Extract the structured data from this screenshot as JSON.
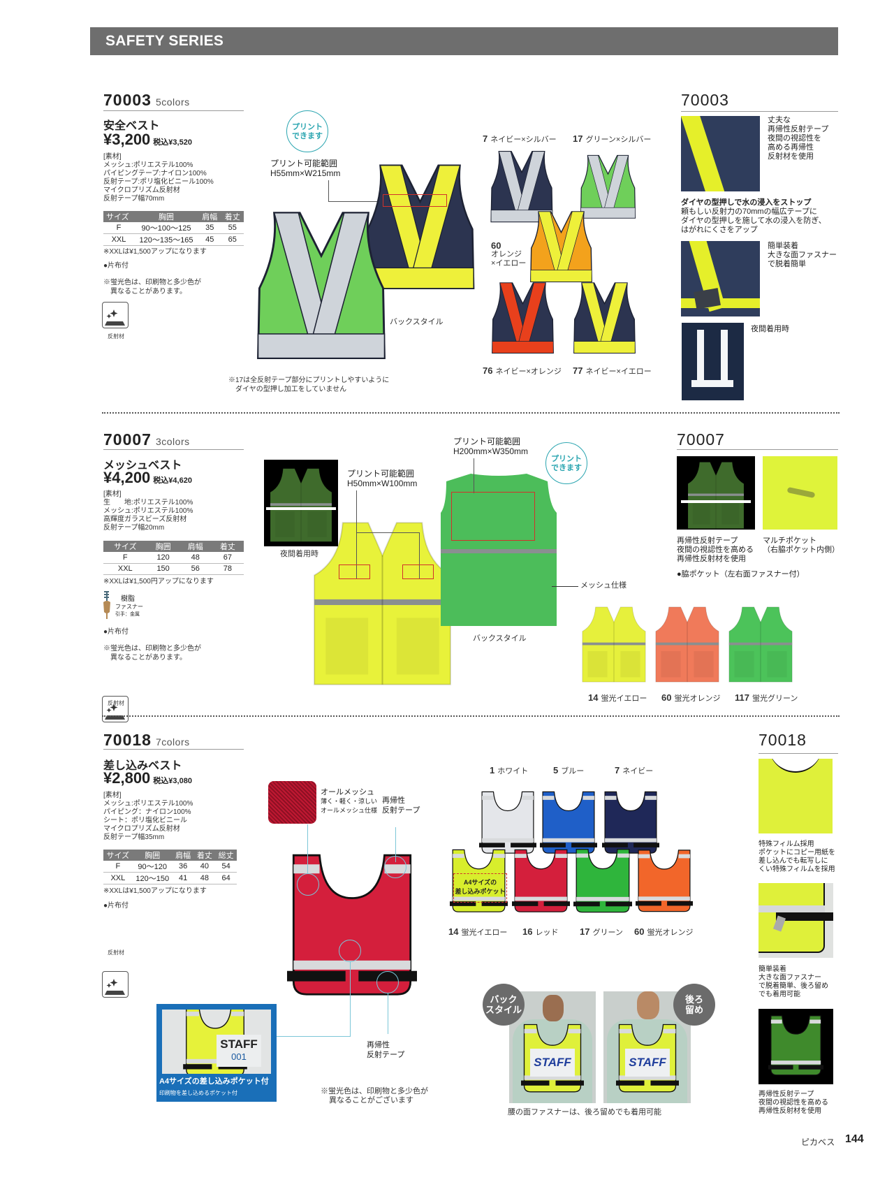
{
  "header": {
    "title": "SAFETY SERIES"
  },
  "p70003": {
    "code": "70003",
    "colors": "5colors",
    "name": "安全ベスト",
    "price": "¥3,200",
    "price_tax": "税込¥3,520",
    "material": [
      "[素材]",
      "メッシュ:ポリエステル100%",
      "パイピングテープ:ナイロン100%",
      "反射テープ:ポリ塩化ビニール100%",
      "マイクロプリズム反射材",
      "反射テープ幅70mm"
    ],
    "size_table": {
      "headers": [
        "サイズ",
        "胸囲",
        "肩幅",
        "着丈"
      ],
      "rows": [
        [
          "F",
          "90～100～125",
          "35",
          "55"
        ],
        [
          "XXL",
          "120～135～165",
          "45",
          "65"
        ]
      ]
    },
    "size_note": "※XXLは¥1,500アップになります",
    "cloth": "●片布付",
    "color_note": [
      "※蛍光色は、印刷物と多少色が",
      "異なることがあります。"
    ],
    "icon_label": "反射材",
    "print_badge": [
      "プリント",
      "できます"
    ],
    "print_area": [
      "プリント可能範囲",
      "H55mm×W215mm"
    ],
    "back_label": "バックスタイル",
    "note": [
      "※17は全反射テープ部分にプリントしやすいように",
      "ダイヤの型押し加工をしていません"
    ],
    "main_front": {
      "body": "#6fcf5a",
      "band": "#cfd4da"
    },
    "main_back": {
      "body": "#2c3450",
      "band": "#eef03a"
    },
    "variants": [
      {
        "num": "7",
        "name": "ネイビー×シルバー",
        "body": "#2c3450",
        "band": "#cfd4da"
      },
      {
        "num": "17",
        "name": "グリーン×シルバー",
        "body": "#6fcf5a",
        "band": "#cfd4da"
      },
      {
        "num": "60",
        "name": "オレンジ",
        "name2": "×イエロー",
        "body": "#f3a21c",
        "band": "#eef03a"
      },
      {
        "num": "76",
        "name": "ネイビー×オレンジ",
        "body": "#2c3450",
        "band": "#e8401c"
      },
      {
        "num": "77",
        "name": "ネイビー×イエロー",
        "body": "#2c3450",
        "band": "#eef03a"
      }
    ],
    "detail": {
      "code": "70003",
      "d1": [
        "丈夫な",
        "再帰性反射テープ",
        "夜間の視認性を",
        "高める再帰性",
        "反射材を使用"
      ],
      "d2_title": "ダイヤの型押しで水の浸入をストップ",
      "d2": [
        "頼もしい反射力の70mmの幅広テープに",
        "ダイヤの型押しを施して水の浸入を防ぎ、",
        "はがれにくさをアップ"
      ],
      "d3": [
        "簡単装着",
        "大きな面ファスナー",
        "で脱着簡単"
      ],
      "d4": "夜間着用時"
    }
  },
  "p70007": {
    "code": "70007",
    "colors": "3colors",
    "name": "メッシュベスト",
    "price": "¥4,200",
    "price_tax": "税込¥4,620",
    "material": [
      "[素材]",
      "生　　地:ポリエステル100%",
      "メッシュ:ポリエステル100%",
      "高輝度ガラスビーズ反射材",
      "反射テープ幅20mm"
    ],
    "size_table": {
      "headers": [
        "サイズ",
        "胸囲",
        "肩幅",
        "着丈"
      ],
      "rows": [
        [
          "F",
          "120",
          "48",
          "67"
        ],
        [
          "XXL",
          "150",
          "56",
          "78"
        ]
      ]
    },
    "size_note": "※XXLは¥1,500円アップになります",
    "zipper": [
      "樹脂",
      "ファスナー",
      "引手：金属"
    ],
    "cloth": "●片布付",
    "color_note": [
      "※蛍光色は、印刷物と多少色が",
      "異なることがあります。"
    ],
    "icon_label": "反射材",
    "night_label": "夜間着用時",
    "print_area_front": [
      "プリント可能範囲",
      "H50mm×W100mm"
    ],
    "print_area_back": [
      "プリント可能範囲",
      "H200mm×W350mm"
    ],
    "print_badge": [
      "プリント",
      "できます"
    ],
    "mesh_label": "メッシュ仕様",
    "back_label": "バックスタイル",
    "main_front": {
      "body": "#e8f23a"
    },
    "main_back": {
      "body": "#4cbd5a"
    },
    "variants": [
      {
        "num": "14",
        "name": "蛍光イエロー",
        "body": "#e6f03c"
      },
      {
        "num": "60",
        "name": "蛍光オレンジ",
        "body": "#f07a5a"
      },
      {
        "num": "117",
        "name": "蛍光グリーン",
        "body": "#4cc35a"
      }
    ],
    "detail": {
      "code": "70007",
      "d1": [
        "再帰性反射テープ",
        "夜間の視認性を高める",
        "再帰性反射材を使用"
      ],
      "d2": [
        "マルチポケット",
        "（右脇ポケット内側）"
      ],
      "d3": "●脇ポケット（左右面ファスナー付）"
    }
  },
  "p70018": {
    "code": "70018",
    "colors": "7colors",
    "name": "差し込みベスト",
    "price": "¥2,800",
    "price_tax": "税込¥3,080",
    "material": [
      "[素材]",
      "メッシュ:ポリエステル100%",
      "パイピング：ナイロン100%",
      "シート：ポリ塩化ビニール",
      "マイクロプリズム反射材",
      "反射テープ幅35mm"
    ],
    "size_table": {
      "headers": [
        "サイズ",
        "胸囲",
        "肩幅",
        "着丈",
        "総丈"
      ],
      "rows": [
        [
          "F",
          "90～120",
          "36",
          "40",
          "54"
        ],
        [
          "XXL",
          "120～150",
          "41",
          "48",
          "64"
        ]
      ]
    },
    "size_note": "※XXLは¥1,500アップになります",
    "cloth": "●片布付",
    "icon_label": "反射材",
    "mesh_callout": [
      "オールメッシュ",
      "薄く・軽く・涼しい",
      "オールメッシュ仕様"
    ],
    "tape_callout": [
      "再帰性",
      "反射テープ"
    ],
    "tape_callout2": [
      "再帰性",
      "反射テープ"
    ],
    "inset": {
      "staff": "STAFF",
      "num": "001",
      "title": "A4サイズの差し込みポケット付",
      "sub": "印刷物を差し込めるポケット付"
    },
    "note": [
      "※蛍光色は、印刷物と多少色が",
      "異なることがございます"
    ],
    "main": {
      "body": "#d41f3c"
    },
    "pocket_label": [
      "A4サイズの",
      "差し込みポケット"
    ],
    "variants": [
      {
        "num": "1",
        "name": "ホワイト",
        "body": "#e4e6ea"
      },
      {
        "num": "5",
        "name": "ブルー",
        "body": "#1f5fc8"
      },
      {
        "num": "7",
        "name": "ネイビー",
        "body": "#1f2858"
      },
      {
        "num": "14",
        "name": "蛍光イエロー",
        "body": "#d8ee2c"
      },
      {
        "num": "16",
        "name": "レッド",
        "body": "#d41f3c"
      },
      {
        "num": "17",
        "name": "グリーン",
        "body": "#2fb53c"
      },
      {
        "num": "60",
        "name": "蛍光オレンジ",
        "body": "#f2662a"
      }
    ],
    "photo_back": [
      "バック",
      "スタイル"
    ],
    "photo_front": [
      "後ろ",
      "留め"
    ],
    "staff_text": "STAFF",
    "photo_caption": "腰の面ファスナーは、後ろ留めでも着用可能",
    "detail": {
      "code": "70018",
      "d1": [
        "特殊フィルム採用",
        "ポケットにコピー用紙を",
        "差し込んでも転写しに",
        "くい特殊フィルムを採用"
      ],
      "d2": [
        "簡単装着",
        "大きな面ファスナー",
        "で脱着簡単、後ろ留め",
        "でも着用可能"
      ],
      "d3": [
        "再帰性反射テープ",
        "夜間の視認性を高める",
        "再帰性反射材を使用"
      ]
    }
  },
  "footer": {
    "brand": "ピカベス",
    "page": "144"
  }
}
